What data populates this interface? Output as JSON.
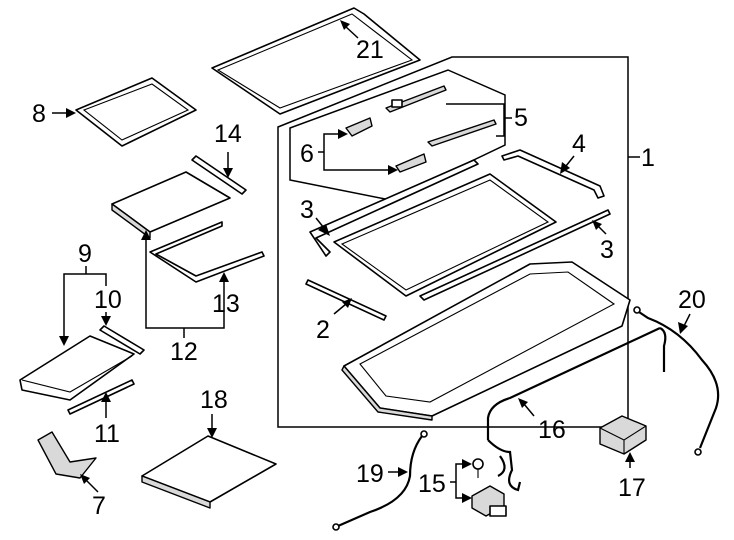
{
  "callouts": {
    "c1": "1",
    "c2": "2",
    "c3a": "3",
    "c3b": "3",
    "c4": "4",
    "c5": "5",
    "c6": "6",
    "c7": "7",
    "c8": "8",
    "c9": "9",
    "c10": "10",
    "c11": "11",
    "c12": "12",
    "c13": "13",
    "c14": "14",
    "c15": "15",
    "c16": "16",
    "c17": "17",
    "c18": "18",
    "c19": "19",
    "c20": "20",
    "c21": "21"
  },
  "colors": {
    "line": "#000000",
    "background": "#ffffff",
    "part_fill": "#d9d9d9"
  }
}
